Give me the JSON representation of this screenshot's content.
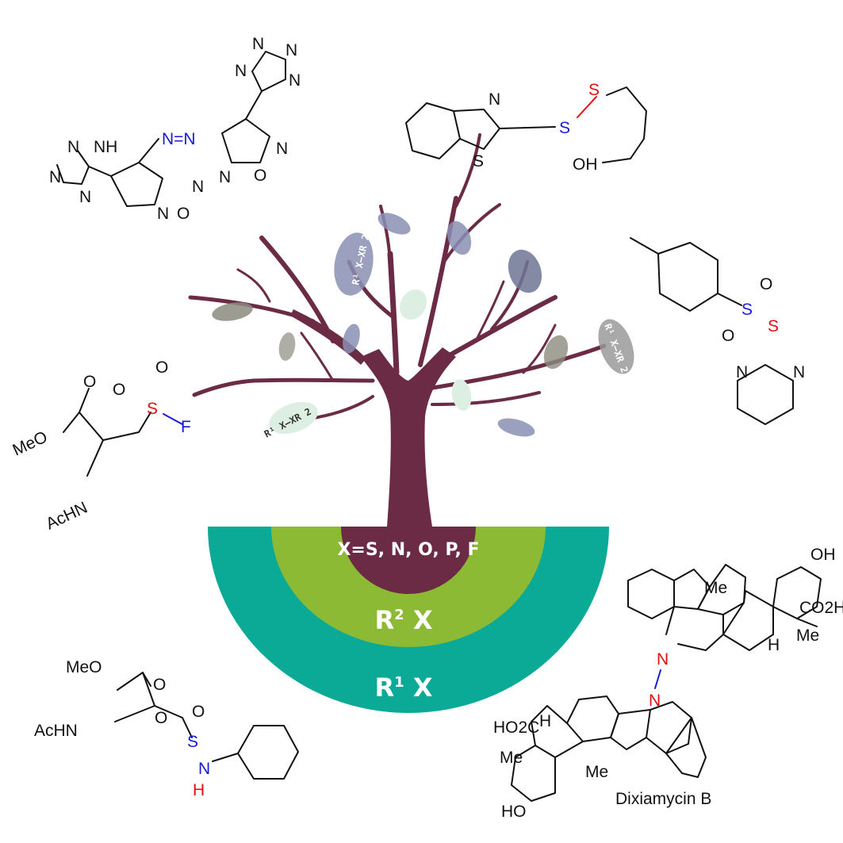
{
  "colors": {
    "trunk": "#6b2b44",
    "outer_ring": "#0aaa96",
    "middle_ring": "#8cba34",
    "leaf_slate": "#8a8fb4",
    "leaf_grey": "#8b8b80",
    "leaf_pale": "#dcefe2",
    "heteroatom_blue": "#1a1ad6",
    "heteroatom_red": "#e01010"
  },
  "root": {
    "inner_label": "X=S, N, O, P, F",
    "middle_label_base": "R",
    "middle_label_sup": "2",
    "middle_label_tail": " X",
    "outer_label_base": "R",
    "outer_label_sup": "1",
    "outer_label_tail": " X"
  },
  "leaf_tags": {
    "tag_1": "R¹ X–XR 2",
    "tag_2": "R¹ X–XR 2",
    "tag_3": "R¹ X–XR 2"
  },
  "molecules": {
    "tetrazole_azofurazan": {
      "n": "N",
      "nh": "NH",
      "o": "O",
      "hyphen": "-",
      "azo": "N=N"
    },
    "benzothiazole_disulfide": {
      "n": "N",
      "s_ring": "S",
      "s_link": "S",
      "s_chain": "S",
      "oh": "OH"
    },
    "tosyl_thiosulfonate": {
      "s_sulfonyl": "S",
      "s_thio": "S",
      "o": "O",
      "n": "N"
    },
    "sulfonyl_fluoride": {
      "meo": "MeO",
      "o": "O",
      "achn": "AcHN",
      "s": "S",
      "f": "F"
    },
    "sulfonamide": {
      "meo": "MeO",
      "o": "O",
      "achn": "AcHN",
      "s": "S",
      "n": "N",
      "h": "H"
    },
    "dixiamycin": {
      "name": "Dixiamycin B",
      "oh": "OH",
      "ho": "HO",
      "co2h": "CO2H",
      "ho2c": "HO2C",
      "me": "Me",
      "h": "H",
      "n": "N"
    }
  }
}
